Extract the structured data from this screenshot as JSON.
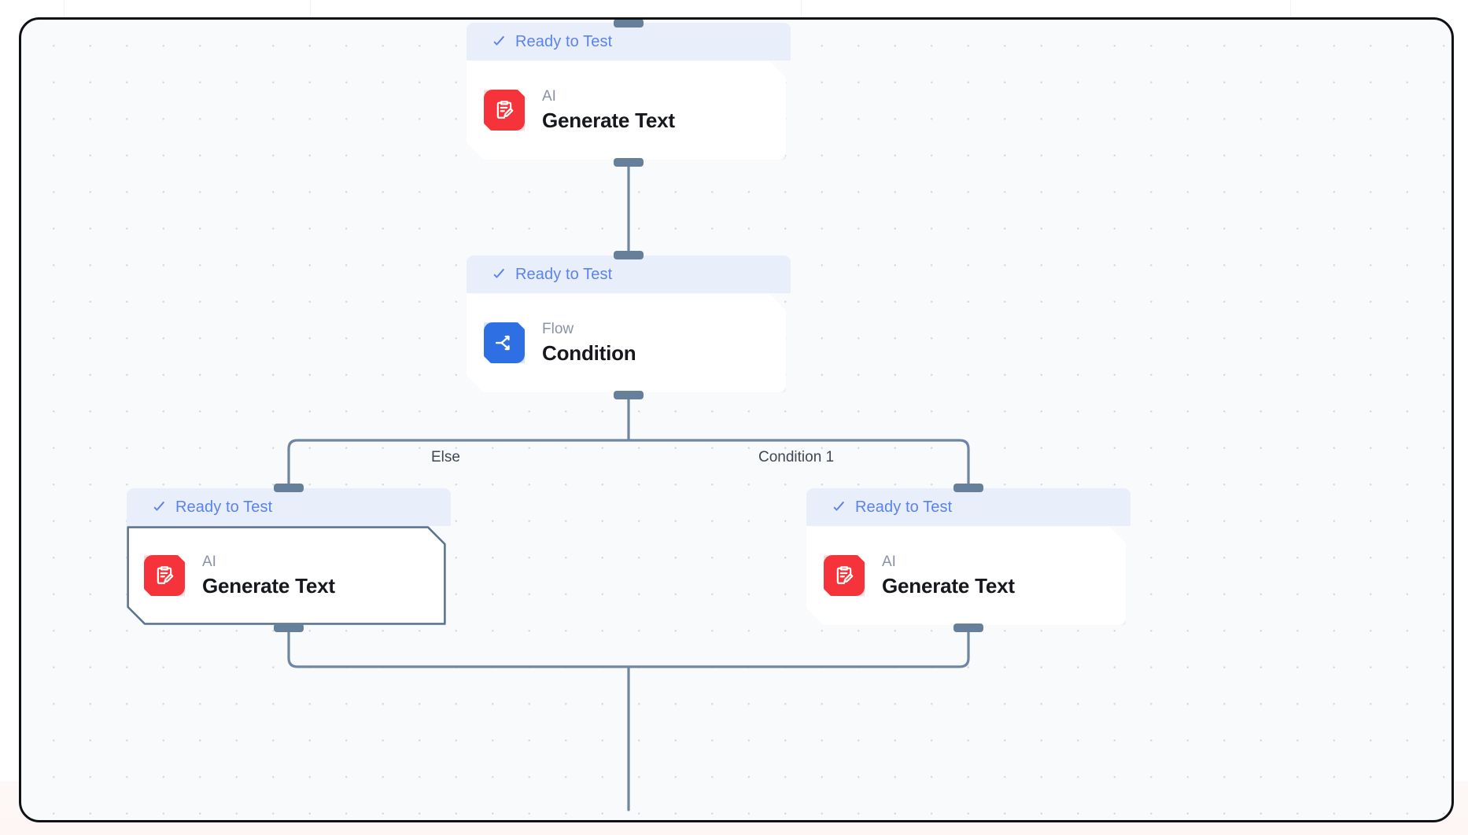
{
  "app": {
    "canvas_name": "workflow-canvas",
    "background_color": "#f8fafc",
    "frame_color": "#101114",
    "grid": "dot-grid"
  },
  "colors": {
    "status_text": "#5b83ef",
    "status_bg": "#e9eefb",
    "node_body": "#ffffff",
    "ai_icon": "#f5333a",
    "flow_icon": "#2f6fe4",
    "edge": "#6d86a3",
    "handle": "#66809c",
    "selected_border": "#5c7490",
    "label_text": "#3f4654"
  },
  "nodes": [
    {
      "id": "node-generate-text-top",
      "status": "Ready to Test",
      "status_icon": "check-icon",
      "kind": "AI",
      "title": "Generate Text",
      "icon": "clipboard-pencil-icon",
      "icon_color": "#f5333a",
      "selected": false
    },
    {
      "id": "node-condition",
      "status": "Ready to Test",
      "status_icon": "check-icon",
      "kind": "Flow",
      "title": "Condition",
      "icon": "branch-split-icon",
      "icon_color": "#2f6fe4",
      "selected": false
    },
    {
      "id": "node-generate-text-else",
      "status": "Ready to Test",
      "status_icon": "check-icon",
      "kind": "AI",
      "title": "Generate Text",
      "icon": "clipboard-pencil-icon",
      "icon_color": "#f5333a",
      "selected": true
    },
    {
      "id": "node-generate-text-condition1",
      "status": "Ready to Test",
      "status_icon": "check-icon",
      "kind": "AI",
      "title": "Generate Text",
      "icon": "clipboard-pencil-icon",
      "icon_color": "#f5333a",
      "selected": false
    }
  ],
  "edges": {
    "labels": [
      {
        "id": "edge-label-else",
        "text": "Else"
      },
      {
        "id": "edge-label-condition-1",
        "text": "Condition 1"
      }
    ]
  }
}
